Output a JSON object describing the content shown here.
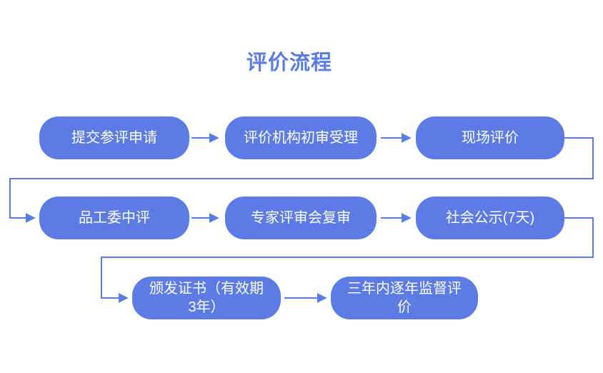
{
  "title": "评价流程",
  "colors": {
    "accent": "#5c7be4",
    "node_fill": "#5c7be4",
    "node_text": "#ffffff",
    "title_text": "#5b7be8",
    "background": "#ffffff"
  },
  "flowchart": {
    "nodes": [
      {
        "id": "submit-application",
        "label": "提交参评申请",
        "lines": [
          "提交参评申请"
        ]
      },
      {
        "id": "agency-initial-review",
        "label": "评价机构初审受理",
        "lines": [
          "评价机构初审受理"
        ]
      },
      {
        "id": "onsite-evaluation",
        "label": "现场评价",
        "lines": [
          "现场评价"
        ]
      },
      {
        "id": "committee-mid-review",
        "label": "品工委中评",
        "lines": [
          "品工委中评"
        ]
      },
      {
        "id": "expert-panel-review",
        "label": "专家评审会复审",
        "lines": [
          "专家评审会复审"
        ]
      },
      {
        "id": "public-announcement",
        "label": "社会公示(7天)",
        "lines": [
          "社会公示(7天)"
        ]
      },
      {
        "id": "issue-certificate",
        "label": "颁发证书（有效期3年）",
        "lines": [
          "颁发证书（有效期",
          "3年）"
        ]
      },
      {
        "id": "annual-supervision",
        "label": "三年内逐年监督评价",
        "lines": [
          "三年内逐年监督评",
          "价"
        ]
      }
    ],
    "edges": [
      {
        "from": "提交参评申请",
        "to": "评价机构初审受理"
      },
      {
        "from": "评价机构初审受理",
        "to": "现场评价"
      },
      {
        "from": "现场评价",
        "to": "品工委中评"
      },
      {
        "from": "品工委中评",
        "to": "专家评审会复审"
      },
      {
        "from": "专家评审会复审",
        "to": "社会公示(7天)"
      },
      {
        "from": "社会公示(7天)",
        "to": "颁发证书（有效期3年）"
      },
      {
        "from": "颁发证书（有效期3年）",
        "to": "三年内逐年监督评价"
      }
    ]
  }
}
